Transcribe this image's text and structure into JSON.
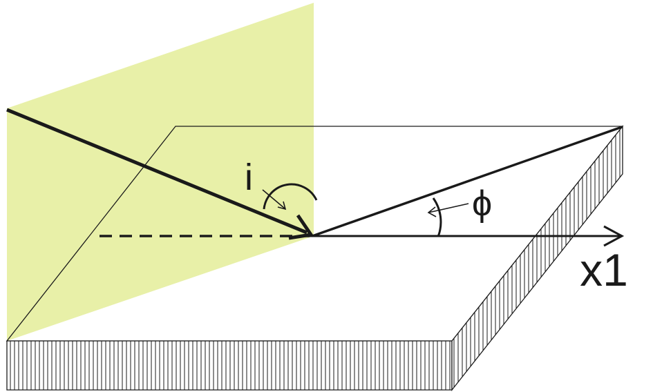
{
  "labels": {
    "incidence_angle": "i",
    "azimuth_angle": "ϕ",
    "axis": "x1"
  },
  "colors": {
    "plane_fill": "#e8f0a8",
    "line": "#1a1a1a",
    "background": "#ffffff"
  }
}
